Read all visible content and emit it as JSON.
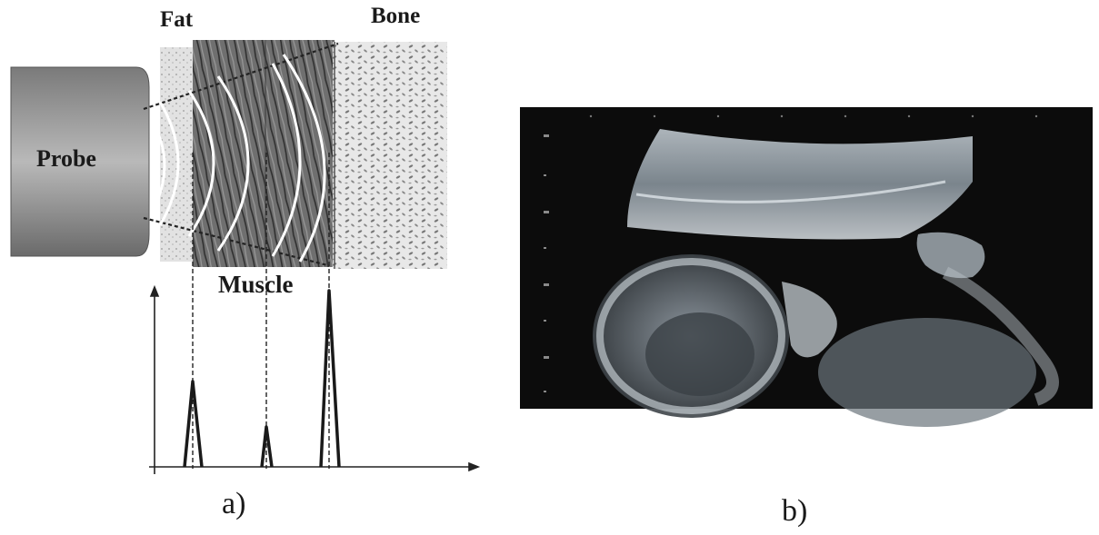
{
  "diagram_a": {
    "labels": {
      "fat": "Fat",
      "bone": "Bone",
      "probe": "Probe",
      "muscle": "Muscle"
    },
    "caption": "a)"
  },
  "diagram_b": {
    "caption": "b)"
  },
  "colors": {
    "probe_dark": "#5a5a5a",
    "probe_light": "#b8b8b8",
    "ink": "#1a1a1a",
    "scan_bg": "#0c0c0c"
  }
}
